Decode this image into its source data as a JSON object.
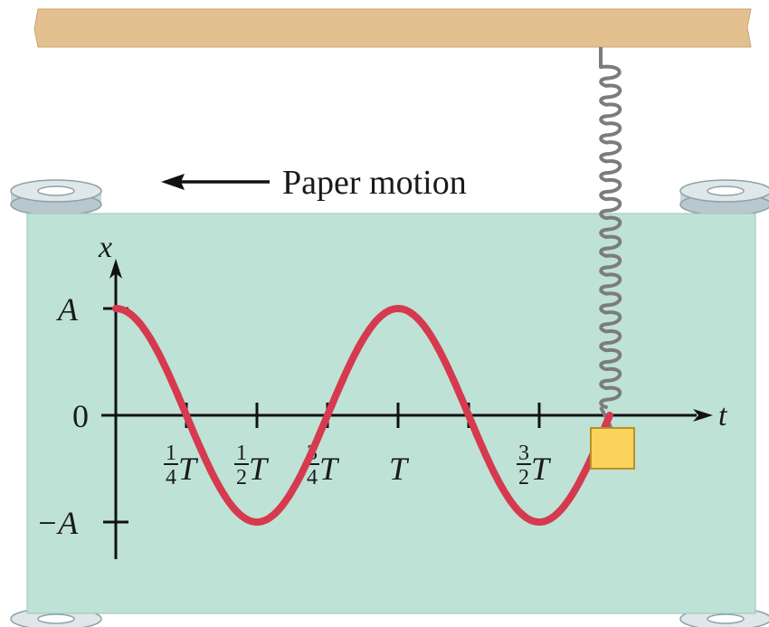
{
  "caption": "Paper motion",
  "axes": {
    "vertical_label": "x",
    "horizontal_label": "t",
    "amplitude_label": "A",
    "negative_amplitude_label": "−A",
    "zero_label": "0"
  },
  "ticks": [
    {
      "num": "1",
      "den": "4",
      "sym": "T",
      "t": 0.25
    },
    {
      "num": "1",
      "den": "2",
      "sym": "T",
      "t": 0.5
    },
    {
      "num": "3",
      "den": "4",
      "sym": "T",
      "t": 0.75
    },
    {
      "num": "",
      "den": "",
      "sym": "T",
      "t": 1.0
    },
    {
      "num": "3",
      "den": "2",
      "sym": "T",
      "t": 1.5
    }
  ],
  "unlabeled_ticks": [
    1.25
  ],
  "curve": {
    "function": "x = A cos(2π t / T)",
    "t_start": 0,
    "t_end": 1.75
  },
  "colors": {
    "paper": "#bfe2d6",
    "curve": "#d63a4f",
    "ceiling": "#e3c08f",
    "spring": "#7c7c7c",
    "mass": "#fcd35a",
    "roller": "#dfe7ea",
    "axis": "#111111"
  }
}
